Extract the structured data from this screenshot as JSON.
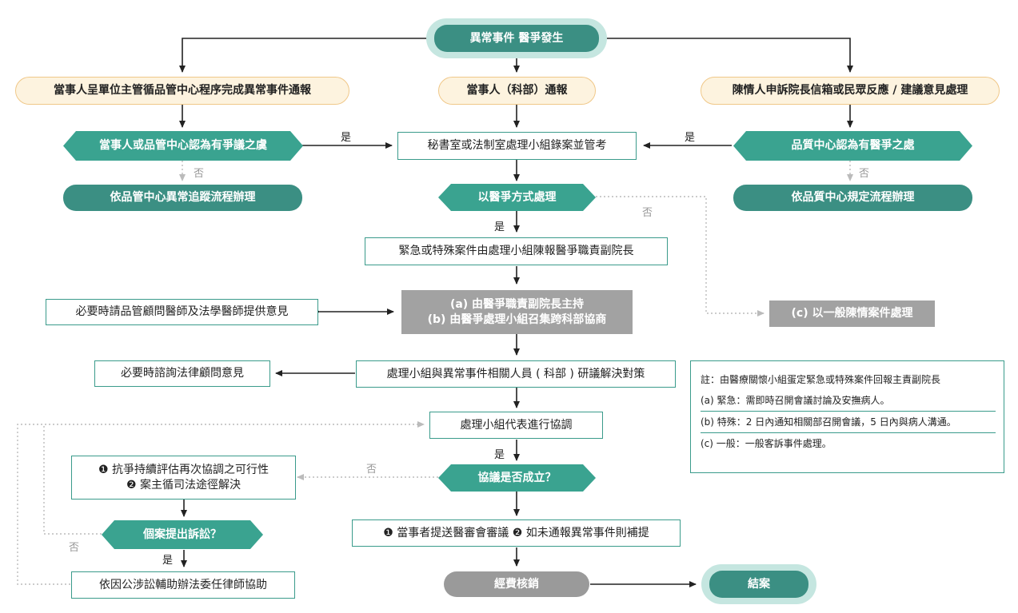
{
  "nodes": {
    "start": "異常事件 醫爭發生",
    "left_report": "當事人呈單位主管循品管中心程序完成異常事件通報",
    "center_report": "當事人（科部）通報",
    "right_report": "陳情人申訴院長信箱或民眾反應 / 建議意見處理",
    "left_decision": "當事人或品管中心認為有爭議之虞",
    "secretary": "秘書室或法制室處理小組錄案並管考",
    "right_decision": "品質中心認為有醫爭之處",
    "left_track": "依品管中心異常追蹤流程辦理",
    "dispute_mode": "以醫爭方式處理",
    "right_track": "依品質中心規定流程辦理",
    "urgent_report": "緊急或特殊案件由處理小組陳報醫爭職責副院長",
    "host_line1": "(a) 由醫爭職責副院長主持",
    "host_line2": "(b) 由醫爭處理小組召集跨科部協商",
    "consult_doctor": "必要時請品管顧問醫師及法學醫師提供意見",
    "general_case": "(c) 以一般陳情案件處理",
    "discuss": "處理小組與異常事件相關人員 ( 科部 ) 研議解決對策",
    "legal_consult": "必要時諮詢法律顧問意見",
    "coordinate": "處理小組代表進行協調",
    "agreement": "協議是否成立？",
    "dispute_line1": "❶ 抗爭持續評估再次協調之可行性",
    "dispute_line2": "❷ 案主循司法途徑解決",
    "lawsuit": "個案提出訴訟？",
    "review": "❶ 當事者提送醫審會審議 ❷ 如未通報異常事件則補提",
    "lawyer": "依因公涉訟輔助辦法委任律師協助",
    "expense": "經費核銷",
    "closed": "結案"
  },
  "labels": {
    "yes": "是",
    "no": "否"
  },
  "note": {
    "title": "註：由醫療關懷小組蛋定緊急或特殊案件回報主責副院長",
    "a": "(a) 緊急：需即時召開會議討論及安撫病人。",
    "b": "(b) 特殊：2 日內通知相關部召開會議，5 日內與病人溝通。",
    "c": "(c) 一般：一般客訴事件處理。"
  },
  "colors": {
    "teal_dark": "#3b8f83",
    "teal_hex": "#3aa390",
    "border": "#3a9b8b",
    "cream": "#fdf3df",
    "gray": "#9a9a9a"
  }
}
